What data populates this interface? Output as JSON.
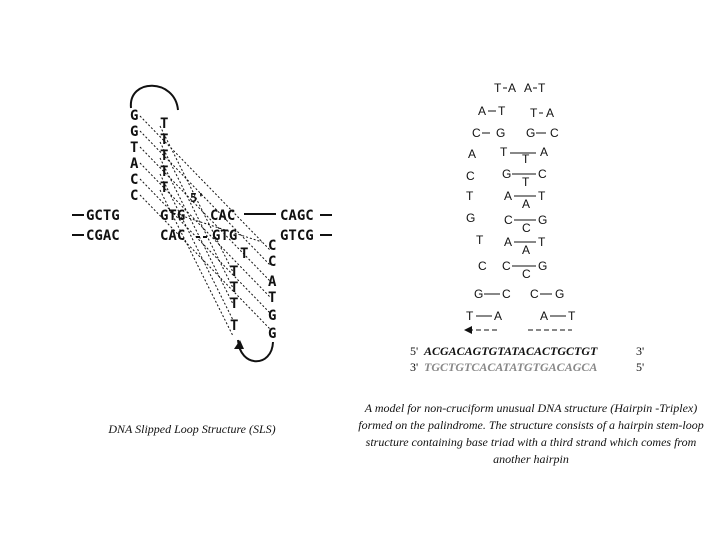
{
  "sls": {
    "loop_left": [
      "G",
      "G",
      "T",
      "A",
      "C",
      "C"
    ],
    "loop_right": [
      "T",
      "T",
      "T",
      "T",
      "T"
    ],
    "five_prime": "5'",
    "top_left": "GCTG",
    "top_mid1": "GTG",
    "top_mid2": "CAC",
    "top_right": "CAGC",
    "bot_left": "CGAC",
    "bot_mid1": "CAC",
    "bot_mid2": "GTG",
    "bot_right": "GTCG",
    "lower_loop_left": [
      "T",
      "T",
      "T",
      "T",
      "T"
    ],
    "lower_loop_right": [
      "C",
      "C",
      "A",
      "T",
      "G",
      "G"
    ],
    "caption": "DNA Slipped Loop Structure (SLS)"
  },
  "hairpin": {
    "top_pair_left": [
      "T",
      "A"
    ],
    "top_pair_right": [
      "A",
      "T"
    ],
    "left_pairs": [
      [
        "A",
        "T"
      ],
      [
        "C",
        "G"
      ]
    ],
    "left_strand": [
      "A",
      "C",
      "T",
      "G",
      "T",
      "C",
      "G",
      "T"
    ],
    "left_mid_pairs": [
      [
        "G",
        "C"
      ],
      [
        "A",
        "T"
      ],
      [
        "C",
        "G"
      ],
      [
        "A",
        "T"
      ],
      [
        "C",
        "G"
      ]
    ],
    "left_mid_top": [
      "T",
      "T"
    ],
    "right_pairs": [
      [
        "T",
        "A"
      ],
      [
        "G",
        "C"
      ]
    ],
    "right_strand": [
      "A"
    ],
    "triad_thirds": [
      "T",
      "A",
      "C",
      "A",
      "C"
    ],
    "bottom_left": [
      "G",
      "C",
      "T",
      "A"
    ],
    "bottom_right": [
      "C",
      "G",
      "A",
      "T"
    ],
    "seq_top_5": "5'",
    "seq_top": "ACGACAGTGTATACACTGCTGT",
    "seq_top_3": "3'",
    "seq_bot_3": "3'",
    "seq_bot": "TGCTGTCACATATGTGACAGCA",
    "seq_bot_5": "5'",
    "caption": "A model for non-cruciform unusual DNA structure (Hairpin -Triplex) formed on the palindrome. The structure consists of a hairpin stem-loop structure containing base triad with a third strand which comes from another hairpin"
  }
}
